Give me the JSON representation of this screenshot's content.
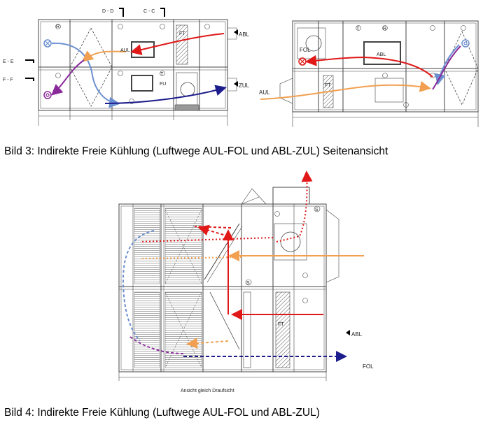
{
  "figure3": {
    "caption": "Bild 3: Indirekte Freie Kühlung (Luftwege AUL-FOL und ABL-ZUL) Seitenansicht",
    "left_view": {
      "section_marks": [
        "D - D",
        "C - C",
        "E - E",
        "F - F"
      ],
      "labels": {
        "abl": "ABL",
        "zul": "ZUL",
        "aul_inner": "AUL",
        "fu": "FU",
        "ft": "FT",
        "r": "R",
        "t": "T"
      }
    },
    "right_view": {
      "labels": {
        "fol": "FOL",
        "aul": "AUL",
        "abl_inner": "ABL",
        "ft": "FT",
        "r": "R",
        "t": "T"
      }
    }
  },
  "figure4": {
    "caption": "Bild 4: Indirekte Freie Kühlung (Luftwege AUL-FOL und ABL-ZUL)",
    "view_note": "Ansicht gleich Draufsicht",
    "labels": {
      "abl": "ABL",
      "fol": "FOL",
      "s": "S",
      "ft": "FT"
    }
  },
  "colors": {
    "outdoor_air": "#f0a050",
    "exhaust_air": "#e01818",
    "supply_air": "#1c1c8c",
    "extract_air": "#6b8fd0",
    "transition": "#8a2a9a",
    "line": "#444444"
  }
}
